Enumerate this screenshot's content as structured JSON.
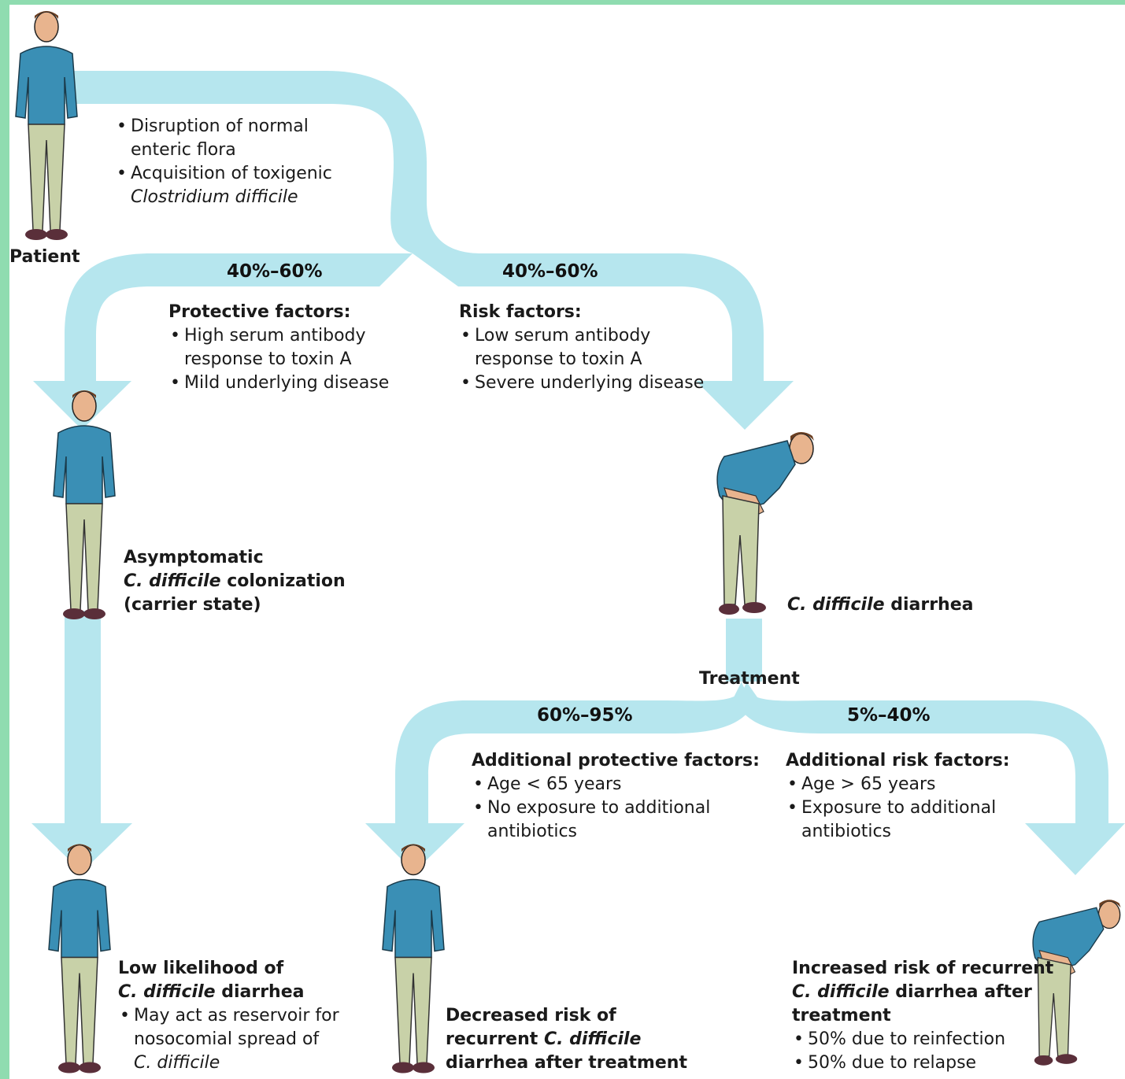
{
  "patient": "Patient",
  "initial": {
    "0a": "Disruption of normal",
    "0b": "enteric flora",
    "1a": "Acquisition of toxigenic",
    "1b": "Clostridium difficile"
  },
  "pct": {
    "left": "40%–60%",
    "right": "40%–60%",
    "success": "60%–95%",
    "recur": "5%–40%"
  },
  "protective": {
    "heading": "Protective factors:",
    "i0a": "High serum antibody",
    "i0b": "response to toxin A",
    "i1": "Mild underlying disease"
  },
  "risk": {
    "heading": "Risk factors:",
    "i0a": "Low serum antibody",
    "i0b": "response to toxin A",
    "i1": "Severe underlying disease"
  },
  "asymptomatic": {
    "l0": "Asymptomatic",
    "l1_it": "C. difficile",
    "l1": "colonization",
    "l2": "(carrier state)"
  },
  "diarrhea": {
    "it": "C. difficile",
    "rest": "diarrhea"
  },
  "treatment": "Treatment",
  "addProtective": {
    "heading": "Additional protective factors:",
    "i0": "Age < 65 years",
    "i1a": "No exposure to additional",
    "i1b": "antibiotics"
  },
  "addRisk": {
    "heading": "Additional risk factors:",
    "i0": "Age > 65 years",
    "i1a": "Exposure to additional",
    "i1b": "antibiotics"
  },
  "low": {
    "l0": "Low likelihood of",
    "l1_it": "C. difficile",
    "l1": "diarrhea",
    "b0": "May act as reservoir for",
    "b1": "nosocomial spread of",
    "b2": "C. difficile"
  },
  "decreased": {
    "l0": "Decreased risk of",
    "l1": "recurrent",
    "l1_it": "C. difficile",
    "l2": "diarrhea after treatment"
  },
  "increased": {
    "l0": "Increased risk of recurrent",
    "l1_it": "C. difficile",
    "l1": "diarrhea after",
    "l2": "treatment",
    "b0": "50% due to reinfection",
    "b1": "50% due to relapse"
  },
  "colors": {
    "arrow": "#b6e6ee",
    "border": "#8fdcb0",
    "shirt": "#3a8fb5",
    "pants": "#c8d1a8"
  },
  "icons": [
    "standing-man-icon",
    "doubled-over-man-icon"
  ]
}
